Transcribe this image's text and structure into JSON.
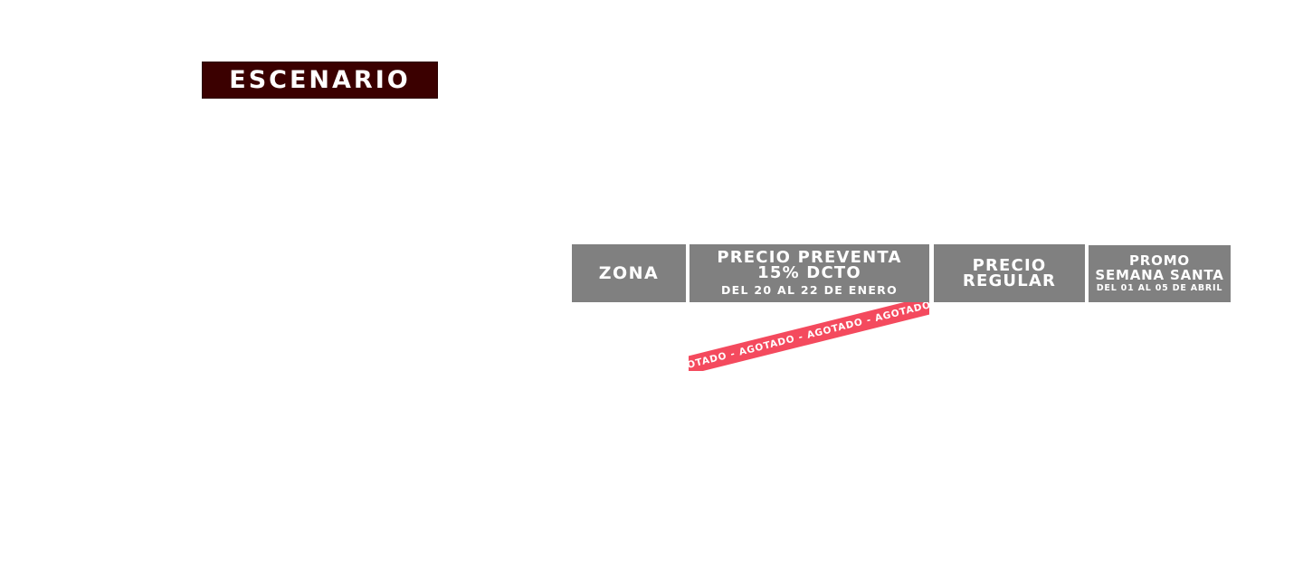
{
  "stage": {
    "label": "ESCENARIO"
  },
  "table": {
    "headers": [
      {
        "lines": [
          "ZONA"
        ]
      },
      {
        "lines": [
          "PRECIO PREVENTA",
          "15% DCTO"
        ],
        "sub": "DEL 20 AL 22 DE ENERO"
      },
      {
        "lines": [
          "PRECIO",
          "REGULAR"
        ]
      },
      {
        "lines": [
          "PROMO",
          "SEMANA SANTA"
        ],
        "sub": "DEL 01 AL 05 DE ABRIL"
      }
    ]
  },
  "ribbon": {
    "text": "AGOTADO - AGOTADO - AGOTADO - AGOTADO - AGOTADO - AGOTADO - AGOTADO",
    "color": "#f44a5e"
  },
  "colors": {
    "stage_bg": "#3b0000",
    "header_bg": "#808080"
  }
}
